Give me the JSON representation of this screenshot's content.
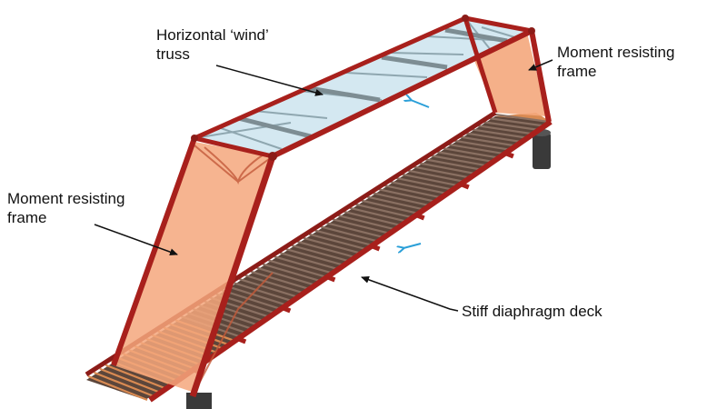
{
  "labels": {
    "wind_truss_line1": "Horizontal ‘wind’",
    "wind_truss_line2": "truss",
    "mrf_right_line1": "Moment resisting",
    "mrf_right_line2": "frame",
    "mrf_left_line1": "Moment resisting",
    "mrf_left_line2": "frame",
    "deck": "Stiff diaphragm deck"
  },
  "colors": {
    "steel": "#a8201c",
    "steel_dark": "#7a1512",
    "frame_panel": "#f4a77c",
    "glass": "#cfe6ef",
    "deck_slat": "#6f5446",
    "deck_slat_orange": "#d98a52",
    "pier": "#3a3a3a",
    "arrow": "#111111",
    "blue_marker": "#2a9fd8"
  }
}
